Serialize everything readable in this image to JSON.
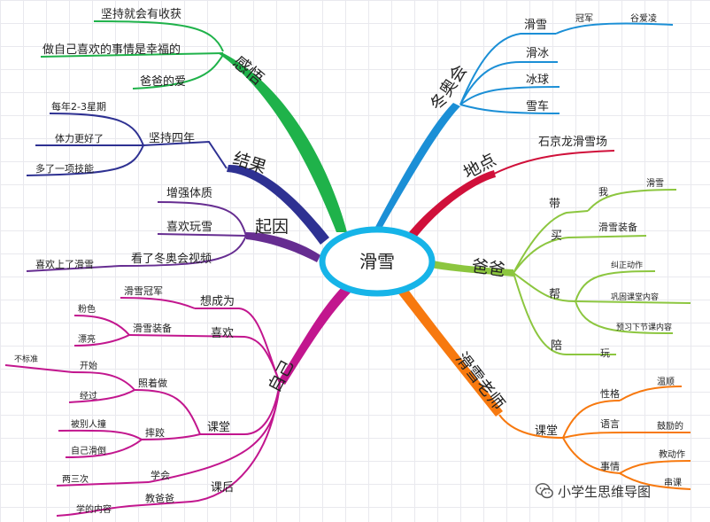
{
  "center": {
    "label": "滑雪"
  },
  "branches": {
    "ganwu": {
      "label": "感悟",
      "color": "#1fb24a",
      "items": [
        "坚持就会有收获",
        "做自己喜欢的事情是幸福的",
        "爸爸的爱"
      ]
    },
    "jieguo": {
      "label": "结果",
      "color": "#2e3192",
      "sub": "坚持四年",
      "items": [
        "每年2-3星期",
        "体力更好了",
        "多了一项技能"
      ]
    },
    "qiyin": {
      "label": "起因",
      "color": "#662d91",
      "items": [
        "增强体质",
        "喜欢玩雪",
        "看了冬奥会视频"
      ],
      "leaf": "喜欢上了滑雪"
    },
    "ziji": {
      "label": "自己",
      "color": "#c2168e",
      "xiang": "想成为",
      "xiang_leaf": "滑雪冠军",
      "xihuan": "喜欢",
      "zhuangbei": "滑雪装备",
      "fense": "粉色",
      "piaoliang": "漂亮",
      "ketang": "课堂",
      "zhaozhe": "照着做",
      "kaishi": "开始",
      "bubiaozhun": "不标准",
      "jingguo": "经过",
      "shuaijiao": "摔跤",
      "beiren": "被别人撞",
      "ziji_hua": "自己滑倒",
      "xuehui": "学会",
      "liangsanci": "两三次",
      "kehou": "课后",
      "jiaobaba": "教爸爸",
      "xuedeneirong": "学的内容"
    },
    "dongaohui": {
      "label": "冬奥会",
      "color": "#1b8fd6",
      "items": [
        "滑雪",
        "滑冰",
        "冰球",
        "雪车"
      ],
      "guanjun": "冠军",
      "guaiyi": "谷爱凌"
    },
    "didian": {
      "label": "地点",
      "color": "#d0103a",
      "leaf": "石京龙滑雪场"
    },
    "baba": {
      "label": "爸爸",
      "color": "#8cc63f",
      "dai": "带",
      "wo": "我",
      "huaxue": "滑雪",
      "mai": "买",
      "zhuangbei": "滑雪装备",
      "bang": "帮",
      "bang_items": [
        "纠正动作",
        "巩固课堂内容",
        "预习下节课内容"
      ],
      "pei": "陪",
      "wan": "玩"
    },
    "laoshi": {
      "label": "滑雪老师",
      "color": "#f7790f",
      "ketang": "课堂",
      "xingge": "性格",
      "wenshun": "温顺",
      "yuyan": "语言",
      "guli": "鼓励的",
      "shiqing": "事情",
      "jiaodongzuo": "教动作",
      "chuanke": "串课"
    }
  },
  "watermark": "小学生思维导图"
}
